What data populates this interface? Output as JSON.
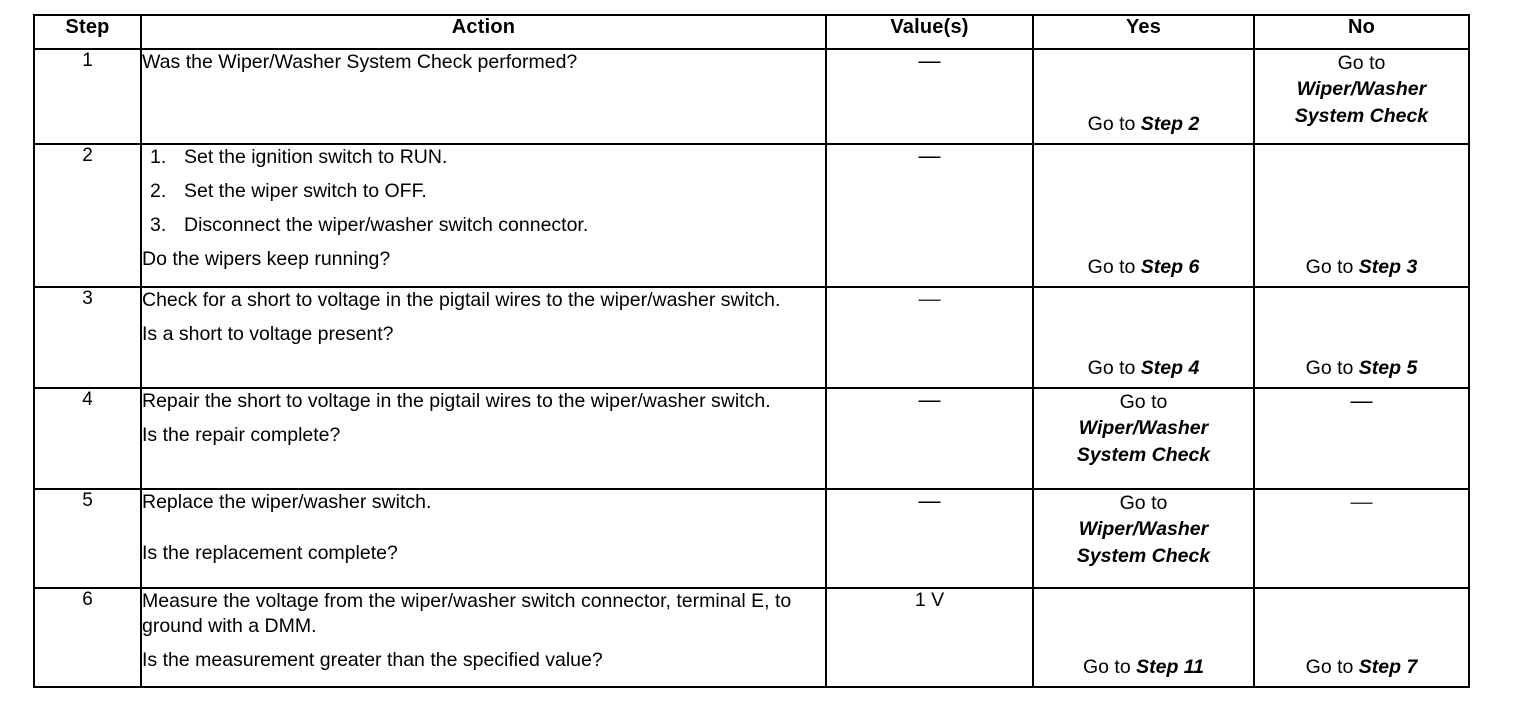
{
  "table": {
    "headers": {
      "step": "Step",
      "action": "Action",
      "values": "Value(s)",
      "yes": "Yes",
      "no": "No"
    },
    "rows": [
      {
        "step": "1",
        "action": {
          "type": "simple",
          "lines": [
            "Was the Wiper/Washer System Check performed?"
          ]
        },
        "value": "—",
        "yes": {
          "lines": [
            "Go to ",
            "Step 2"
          ],
          "plain": "Go to",
          "italic": "Step 2",
          "align": "bottom"
        },
        "no": {
          "plain": "Go to",
          "italic_lines": [
            "Wiper/Washer",
            "System Check"
          ],
          "align": "middle"
        }
      },
      {
        "step": "2",
        "action": {
          "type": "list",
          "items": [
            {
              "num": "1.",
              "text": "Set the ignition switch to RUN."
            },
            {
              "num": "2.",
              "text": "Set the wiper switch to OFF."
            },
            {
              "num": "3.",
              "text": "Disconnect the wiper/washer switch connector."
            }
          ],
          "question": "Do the wipers keep running?"
        },
        "value": "—",
        "yes": {
          "plain": "Go to",
          "italic": "Step 6",
          "align": "bottom"
        },
        "no": {
          "plain": "Go to",
          "italic": "Step 3",
          "align": "bottom"
        }
      },
      {
        "step": "3",
        "action": {
          "type": "para",
          "body": "Check for a short to voltage in the pigtail wires to the wiper/washer switch.",
          "question": "Is a short to voltage present?"
        },
        "value": "—",
        "yes": {
          "plain": "Go to",
          "italic": "Step 4",
          "align": "bottom"
        },
        "no": {
          "plain": "Go to",
          "italic": "Step 5",
          "align": "bottom"
        }
      },
      {
        "step": "4",
        "action": {
          "type": "para",
          "body": "Repair the short to voltage in the pigtail wires to the wiper/washer switch.",
          "question": "Is the repair complete?"
        },
        "value": "—",
        "yes": {
          "plain": "Go to",
          "italic_lines": [
            "Wiper/Washer",
            "System Check"
          ],
          "align": "middle"
        },
        "no": {
          "dash": "—",
          "align": "middle"
        }
      },
      {
        "step": "5",
        "action": {
          "type": "para-gap",
          "body": "Replace the wiper/washer switch.",
          "question": "Is the replacement complete?"
        },
        "value": "—",
        "yes": {
          "plain": "Go to",
          "italic_lines": [
            "Wiper/Washer",
            "System Check"
          ],
          "align": "middle"
        },
        "no": {
          "dash": "—",
          "align": "middle",
          "faint": true
        }
      },
      {
        "step": "6",
        "action": {
          "type": "para",
          "body": "Measure the voltage from the wiper/washer switch connector, terminal E, to ground with a DMM.",
          "question": "Is the measurement greater than the specified value?"
        },
        "value": "1 V",
        "yes": {
          "plain": "Go to",
          "italic": "Step 11",
          "align": "bottom"
        },
        "no": {
          "plain": "Go to",
          "italic": "Step 7",
          "align": "bottom"
        }
      }
    ]
  }
}
